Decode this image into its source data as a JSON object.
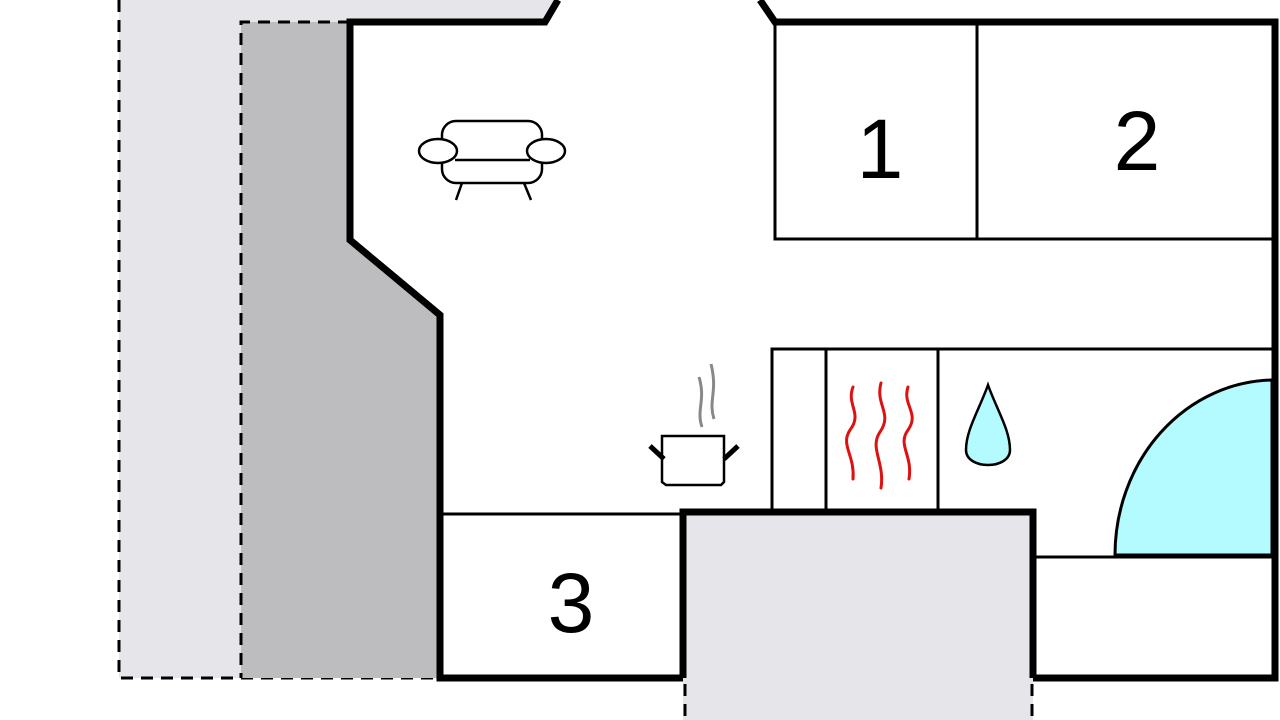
{
  "floorplan": {
    "rooms": [
      {
        "id": "room-1",
        "label": "1"
      },
      {
        "id": "room-2",
        "label": "2"
      },
      {
        "id": "room-3",
        "label": "3"
      }
    ],
    "icons": [
      "sofa-icon",
      "cooking-pot-icon",
      "heating-icon",
      "water-drop-icon",
      "shower-icon"
    ],
    "colors": {
      "wall": "#000000",
      "terrace": "#e6e6ea",
      "covered_area": "#bdbdc0",
      "water": "#b3fbff",
      "heat": "#dd1111",
      "steam": "#888888"
    }
  }
}
